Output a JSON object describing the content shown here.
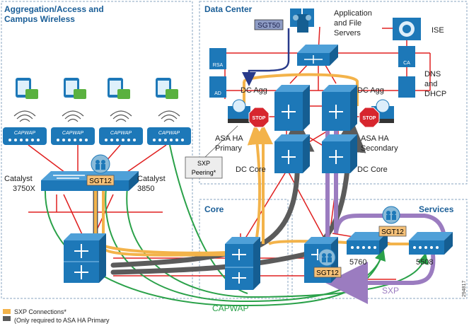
{
  "zones": {
    "aggregation_title_line1": "Aggregation/Access and",
    "aggregation_title_line2": "Campus Wireless",
    "datacenter_title": "Data Center",
    "core_title": "Core",
    "services_title": "Services"
  },
  "labels": {
    "app_servers_line1": "Application",
    "app_servers_line2": "and File",
    "app_servers_line3": "Servers",
    "ise": "ISE",
    "dns_line1": "DNS",
    "dns_line2": "and",
    "dns_line3": "DHCP",
    "dc_agg_left": "DC Agg",
    "dc_agg_right": "DC Agg",
    "asa_primary_line1": "ASA HA",
    "asa_primary_line2": "Primary",
    "asa_secondary_line1": "ASA HA",
    "asa_secondary_line2": "Secondary",
    "dc_core_left": "DC Core",
    "dc_core_right": "DC Core",
    "sxp_peering_line1": "SXP",
    "sxp_peering_line2": "Peering*",
    "catalyst_3750x_line1": "Catalyst",
    "catalyst_3750x_line2": "3750X",
    "catalyst_3850_line1": "Catalyst",
    "catalyst_3850_line2": "3850",
    "wlc_5760": "5760",
    "wlc_5508": "5508",
    "sxp_arrow": "SXP",
    "capwap_arrow": "CAPWAP",
    "rsa": "RSA",
    "ad": "AD",
    "ca": "CA",
    "stop": "STOP",
    "capwap_ap": "CAPWAP",
    "figure_number": "294817"
  },
  "tags": {
    "sgt50": "SGT50",
    "sgt12_access": "SGT12",
    "sgt12_services": "SGT12",
    "sgt12_core": "SGT12"
  },
  "legend": {
    "line1": "SXP Connections*",
    "line2": "(Only required to ASA HA Primary"
  },
  "colors": {
    "zone_border": "#8aa6c1",
    "zone_title": "#1a5e97",
    "device_blue": "#1d78b8",
    "link_red": "#e02020",
    "sxp_orange": "#f3b34a",
    "sxp_gray": "#5b5b5b",
    "sxp_purple": "#9b7cc0",
    "capwap_green": "#2aa149",
    "sgt_tag": "#f6c178"
  }
}
